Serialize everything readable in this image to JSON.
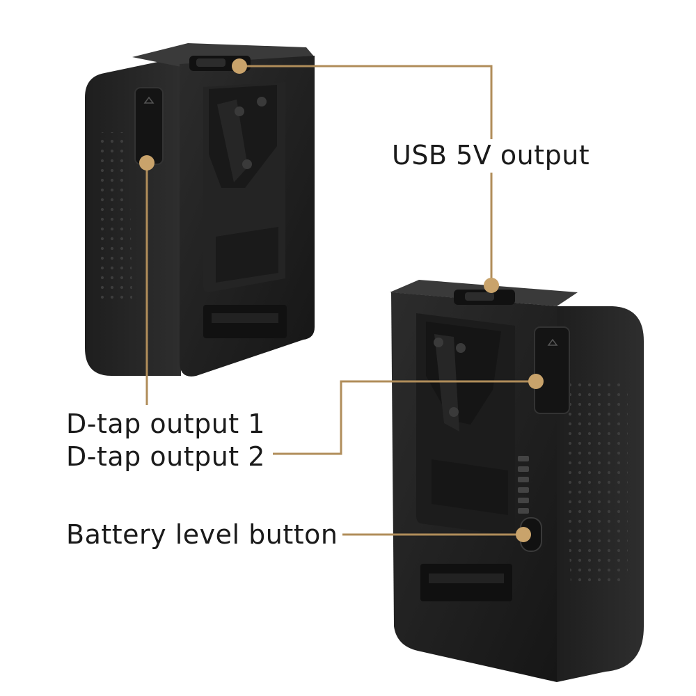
{
  "colors": {
    "background": "#ffffff",
    "battery_body": "#2a2a2a",
    "battery_face": "#1c1c1c",
    "callout_line": "#b08d5a",
    "label_text": "#1a1a1a"
  },
  "callouts": {
    "usb_output": "USB 5V output",
    "dtap_output_1": "D-tap output 1",
    "dtap_output_2": "D-tap output 2",
    "battery_level_button": "Battery level button"
  },
  "battery_level_leds": 6
}
